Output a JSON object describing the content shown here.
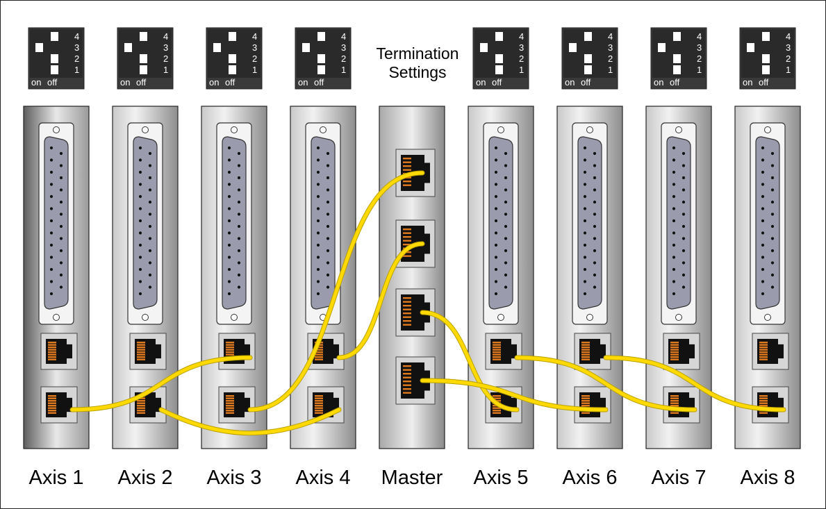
{
  "diagram": {
    "title_lines": [
      "Termination",
      "Settings"
    ],
    "dip_switch": {
      "on_label": "on",
      "off_label": "off",
      "positions": [
        "4",
        "3",
        "2",
        "1"
      ]
    },
    "cards": [
      {
        "id": "axis1",
        "label": "Axis 1",
        "kind": "axis",
        "dip": [
          "off",
          "on",
          "off",
          "off"
        ]
      },
      {
        "id": "axis2",
        "label": "Axis 2",
        "kind": "axis",
        "dip": [
          "off",
          "on",
          "off",
          "off"
        ]
      },
      {
        "id": "axis3",
        "label": "Axis 3",
        "kind": "axis",
        "dip": [
          "off",
          "on",
          "off",
          "off"
        ]
      },
      {
        "id": "axis4",
        "label": "Axis 4",
        "kind": "axis",
        "dip": [
          "off",
          "on",
          "off",
          "off"
        ]
      },
      {
        "id": "master",
        "label": "Master",
        "kind": "master",
        "dip": null
      },
      {
        "id": "axis5",
        "label": "Axis 5",
        "kind": "axis",
        "dip": [
          "off",
          "on",
          "off",
          "off"
        ]
      },
      {
        "id": "axis6",
        "label": "Axis 6",
        "kind": "axis",
        "dip": [
          "off",
          "on",
          "off",
          "off"
        ]
      },
      {
        "id": "axis7",
        "label": "Axis 7",
        "kind": "axis",
        "dip": [
          "off",
          "on",
          "off",
          "off"
        ]
      },
      {
        "id": "axis8",
        "label": "Axis 8",
        "kind": "axis",
        "dip": [
          "off",
          "on",
          "off",
          "off"
        ]
      }
    ],
    "cables": [
      {
        "from": "axis1.port-lower",
        "to": "axis3.port-upper"
      },
      {
        "from": "axis2.port-lower",
        "to": "axis4.port-lower"
      },
      {
        "from": "axis3.port-lower",
        "to": "master.port-1"
      },
      {
        "from": "axis4.port-upper",
        "to": "master.port-2"
      },
      {
        "from": "master.port-3",
        "to": "axis5.port-lower"
      },
      {
        "from": "master.port-4",
        "to": "axis6.port-lower"
      },
      {
        "from": "axis5.port-upper",
        "to": "axis7.port-lower"
      },
      {
        "from": "axis6.port-upper",
        "to": "axis8.port-lower"
      }
    ],
    "colors": {
      "cable": "#ffd900",
      "cable_edge": "#b8a000",
      "panel_light": "#f2f2f2",
      "panel_dark": "#8a8a8a",
      "connector_shell": "#f4f4f4",
      "connector_body": "#9a9cae",
      "jack": "#111111",
      "jack_pins": "#e07a1e",
      "dip_body": "#3a3a3a",
      "text": "#000000"
    }
  }
}
